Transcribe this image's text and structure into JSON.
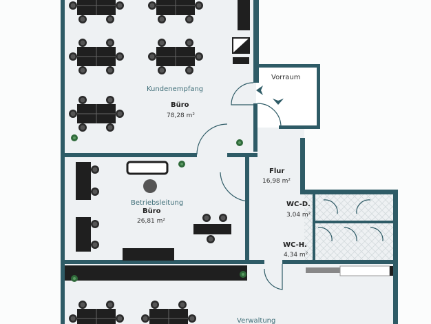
{
  "rooms": {
    "kundenempfang": {
      "function": "Kundenempfang",
      "name": "Büro",
      "area": "78,28 m²"
    },
    "vorraum": {
      "name": "Vorraum"
    },
    "flur": {
      "name": "Flur",
      "area": "16,98 m²"
    },
    "betriebsleitung": {
      "function": "Betriebsleitung",
      "name": "Büro",
      "area": "26,81 m²"
    },
    "wc_d": {
      "name": "WC-D.",
      "area": "3,04 m²"
    },
    "wc_h": {
      "name": "WC-H.",
      "area": "4,34 m²"
    },
    "verwaltung": {
      "function": "Verwaltung"
    }
  },
  "colors": {
    "wall": "#2e5b66",
    "floor": "#eef1f3",
    "furniture": "#1f1f1f",
    "plant": "#2f6a3a",
    "label_accent": "#3f6e78"
  }
}
